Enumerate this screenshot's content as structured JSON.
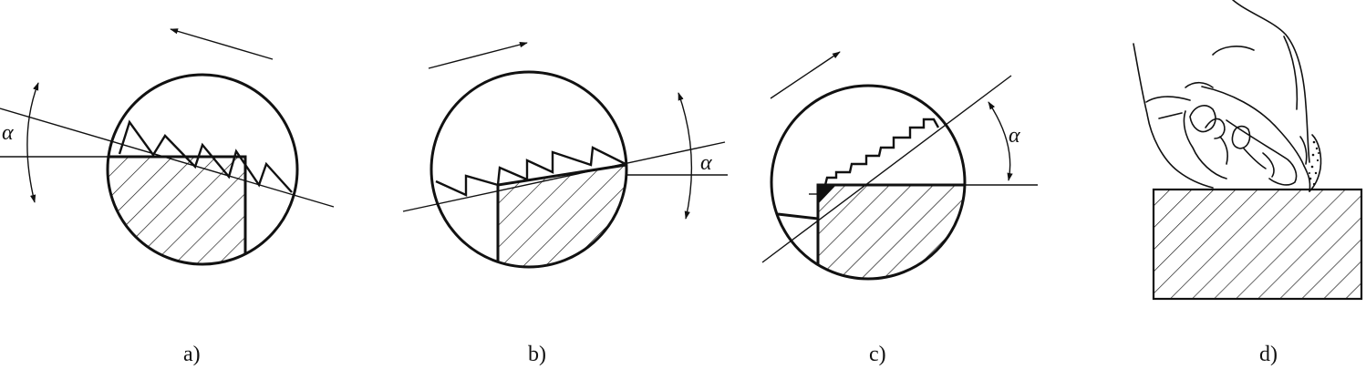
{
  "panels": [
    {
      "caption": "a)",
      "angle_label": "α"
    },
    {
      "caption": "b)",
      "angle_label": "α"
    },
    {
      "caption": "c)",
      "angle_label": "α"
    },
    {
      "caption": "d)"
    }
  ],
  "colors": {
    "ink": "#111111",
    "background": "#ffffff"
  }
}
